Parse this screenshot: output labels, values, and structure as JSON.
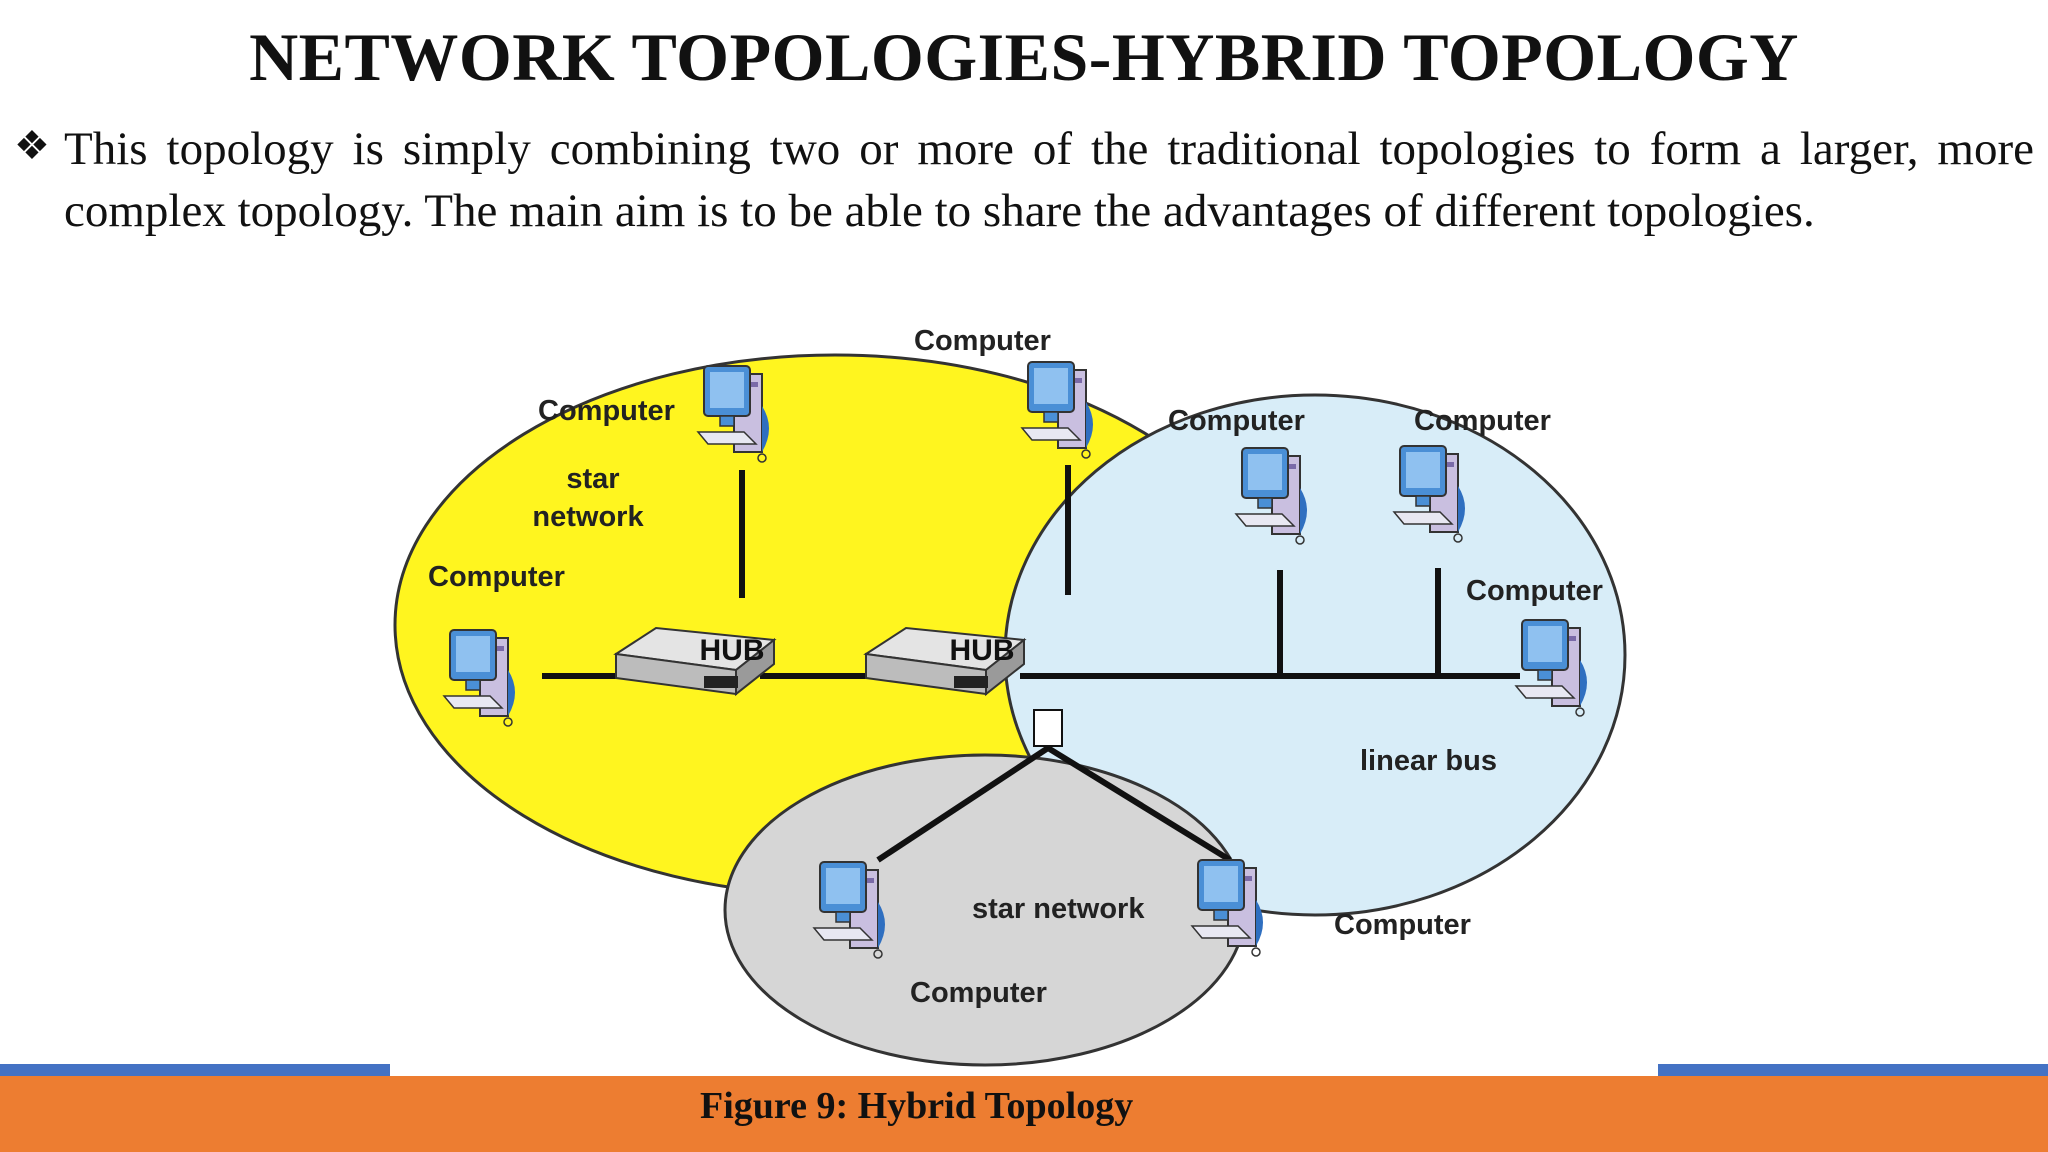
{
  "title": "NETWORK TOPOLOGIES-HYBRID TOPOLOGY",
  "bullet": {
    "icon": "diamond-bullet-icon",
    "text": "This topology is simply combining two or more of the traditional topologies to form a larger, more complex topology. The main aim is to be able to share the advantages of different topologies."
  },
  "diagram": {
    "labels": {
      "computer": "Computer",
      "hub": "HUB",
      "star_line1": "star",
      "star_line2": "network",
      "linear_bus": "linear bus",
      "star_network": "star network"
    },
    "colors": {
      "star_region": "#fff51f",
      "bus_region": "#d8edf8",
      "bottom_star_region": "#d6d6d6",
      "monitor": "#4a8fd6",
      "tower": "#c9bfe0"
    }
  },
  "caption": "Figure 9: Hybrid Topology",
  "colors": {
    "footer_band": "#ed7d31",
    "footer_stripe": "#4472c4"
  }
}
